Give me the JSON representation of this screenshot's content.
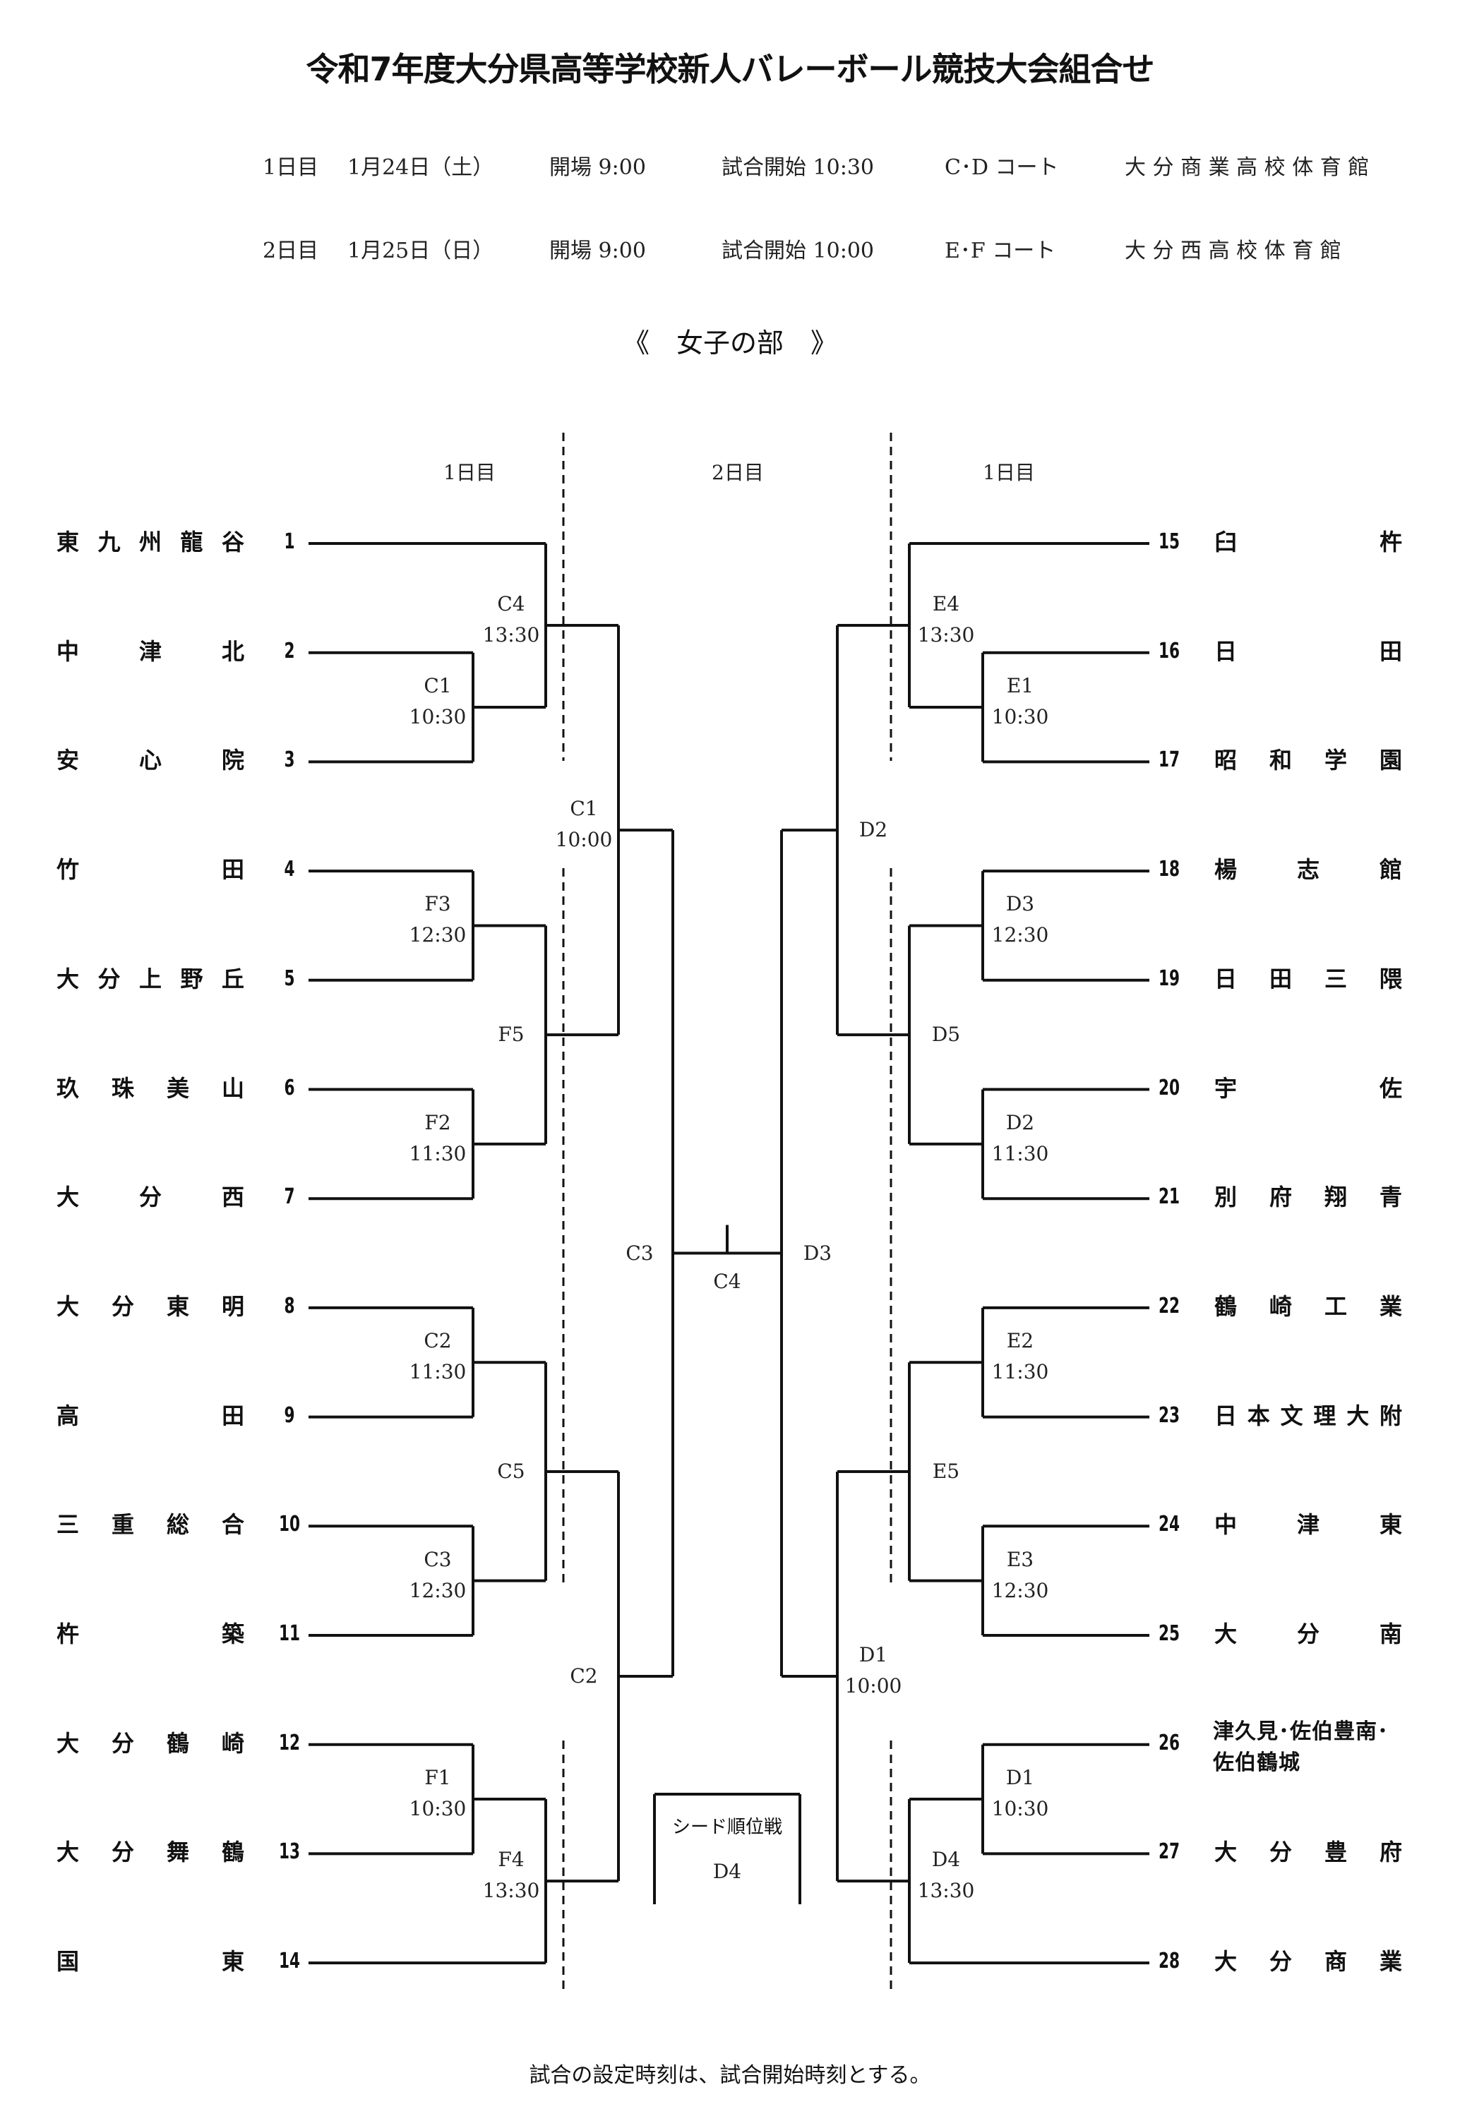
{
  "title": "令和7年度大分県高等学校新人バレーボール競技大会組合せ",
  "schedule": [
    {
      "day": "1日目",
      "date": "1月24日（土）",
      "open": "開場 9:00",
      "start": "試合開始 10:30",
      "courts": "C･D コート",
      "venue": "大 分 商 業 高 校 体 育 館"
    },
    {
      "day": "2日目",
      "date": "1月25日（日）",
      "open": "開場 9:00",
      "start": "試合開始 10:00",
      "courts": "E･F コート",
      "venue": "大 分 西 高 校 体 育 館"
    }
  ],
  "section": "《　女子の部　》",
  "day_labels": {
    "left": "1日目",
    "center": "2日目",
    "right": "1日目"
  },
  "left_teams": [
    {
      "seed": "1",
      "name": "東九州龍谷"
    },
    {
      "seed": "2",
      "name": "中津北"
    },
    {
      "seed": "3",
      "name": "安心院"
    },
    {
      "seed": "4",
      "name": "竹田"
    },
    {
      "seed": "5",
      "name": "大分上野丘"
    },
    {
      "seed": "6",
      "name": "玖珠美山"
    },
    {
      "seed": "7",
      "name": "大分西"
    },
    {
      "seed": "8",
      "name": "大分東明"
    },
    {
      "seed": "9",
      "name": "高田"
    },
    {
      "seed": "10",
      "name": "三重総合"
    },
    {
      "seed": "11",
      "name": "杵築"
    },
    {
      "seed": "12",
      "name": "大分鶴崎"
    },
    {
      "seed": "13",
      "name": "大分舞鶴"
    },
    {
      "seed": "14",
      "name": "国東"
    }
  ],
  "right_teams": [
    {
      "seed": "15",
      "name": "臼杵"
    },
    {
      "seed": "16",
      "name": "日田"
    },
    {
      "seed": "17",
      "name": "昭和学園"
    },
    {
      "seed": "18",
      "name": "楊志館"
    },
    {
      "seed": "19",
      "name": "日田三隈"
    },
    {
      "seed": "20",
      "name": "宇佐"
    },
    {
      "seed": "21",
      "name": "別府翔青"
    },
    {
      "seed": "22",
      "name": "鶴崎工業"
    },
    {
      "seed": "23",
      "name": "日本文理大附"
    },
    {
      "seed": "24",
      "name": "中津東"
    },
    {
      "seed": "25",
      "name": "大分南"
    },
    {
      "seed": "26",
      "name": "津久見･佐伯豊南･佐伯鶴城",
      "multiline": true
    },
    {
      "seed": "27",
      "name": "大分豊府"
    },
    {
      "seed": "28",
      "name": "大分商業"
    }
  ],
  "matches": {
    "left": [
      {
        "id": "C1",
        "time": "10:30"
      },
      {
        "id": "C4",
        "time": "13:30"
      },
      {
        "id": "F3",
        "time": "12:30"
      },
      {
        "id": "F2",
        "time": "11:30"
      },
      {
        "id": "F5",
        "time": ""
      },
      {
        "id": "C1",
        "time": "10:00"
      },
      {
        "id": "C2",
        "time": "11:30"
      },
      {
        "id": "C3",
        "time": "12:30"
      },
      {
        "id": "C5",
        "time": ""
      },
      {
        "id": "F1",
        "time": "10:30"
      },
      {
        "id": "F4",
        "time": "13:30"
      },
      {
        "id": "C2",
        "time": ""
      },
      {
        "id": "C3",
        "time": ""
      }
    ],
    "right": [
      {
        "id": "E1",
        "time": "10:30"
      },
      {
        "id": "E4",
        "time": "13:30"
      },
      {
        "id": "D3",
        "time": "12:30"
      },
      {
        "id": "D2",
        "time": "11:30"
      },
      {
        "id": "D5",
        "time": ""
      },
      {
        "id": "D2",
        "time": ""
      },
      {
        "id": "E2",
        "time": "11:30"
      },
      {
        "id": "E3",
        "time": "12:30"
      },
      {
        "id": "E5",
        "time": ""
      },
      {
        "id": "D1",
        "time": "10:30"
      },
      {
        "id": "D4",
        "time": "13:30"
      },
      {
        "id": "D1",
        "time": "10:00"
      },
      {
        "id": "D3",
        "time": ""
      }
    ],
    "final": {
      "id": "C4"
    }
  },
  "seed_ranking_box": {
    "title": "シード順位戦",
    "match": "D4"
  },
  "footer": "試合の設定時刻は、試合開始時刻とする。"
}
